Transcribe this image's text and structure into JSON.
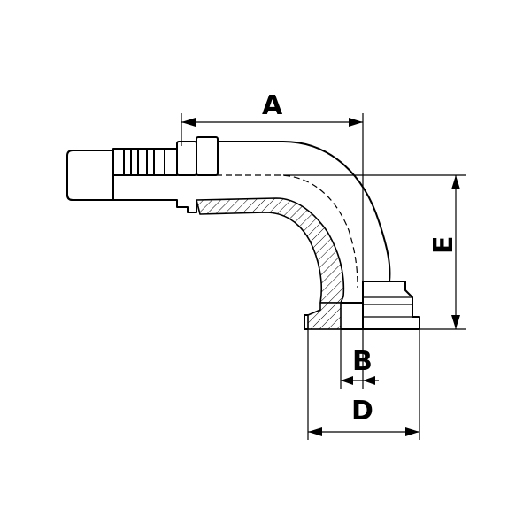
{
  "diagram": {
    "dimensions": [
      {
        "id": "a",
        "label": "A"
      },
      {
        "id": "b",
        "label": "B"
      },
      {
        "id": "d",
        "label": "D"
      },
      {
        "id": "e",
        "label": "E"
      }
    ]
  }
}
